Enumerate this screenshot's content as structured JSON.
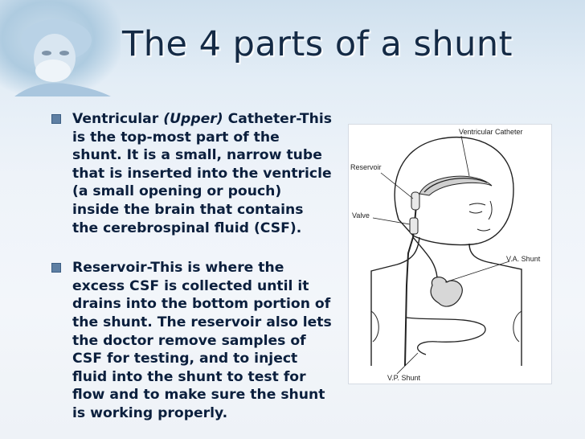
{
  "slide": {
    "title": "The 4 parts of a shunt",
    "bullets": [
      {
        "term": "Ventricular",
        "term_extra": "(Upper)",
        "term_tail": "Catheter",
        "text": "-This is the top-most part of the shunt. It is a small, narrow tube that is inserted into the ventricle (a small opening or pouch) inside the brain that contains the cerebrospinal fluid (CSF)."
      },
      {
        "term": "Reservoir",
        "text": "-This is where the excess CSF is collected until it drains into the bottom portion of the shunt. The reservoir also lets the doctor remove samples of CSF for testing, and to inject fluid into the shunt to test for flow and to make sure the shunt is working properly."
      }
    ]
  },
  "figure": {
    "labels": {
      "ventricular_catheter": "Ventricular Catheter",
      "reservoir": "Reservoir",
      "valve": "Valve",
      "va_shunt": "V.A. Shunt",
      "vp_shunt": "V.P. Shunt"
    }
  },
  "colors": {
    "title": "#142a45",
    "text": "#0b1f3d",
    "bullet": "#5e7fa3"
  }
}
